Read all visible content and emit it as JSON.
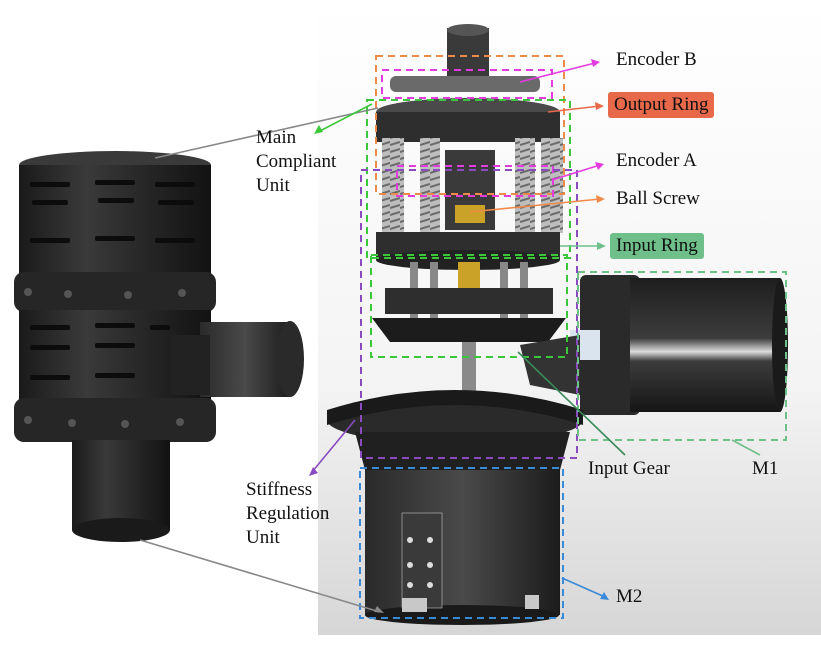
{
  "labels": {
    "encoder_b": "Encoder B",
    "output_ring": "Output Ring",
    "encoder_a": "Encoder A",
    "ball_screw": "Ball Screw",
    "input_ring": "Input Ring",
    "input_gear": "Input Gear",
    "m1": "M1",
    "m2": "M2",
    "main_compliant_unit": [
      "Main",
      "Compliant",
      "Unit"
    ],
    "stiffness_regulation_unit": [
      "Stiffness",
      "Regulation",
      "Unit"
    ]
  },
  "colors": {
    "encoder_b": "#e43be0",
    "encoder_a": "#e43be0",
    "output_ring": "#e8684a",
    "ball_screw": "#f08a4b",
    "input_ring": "#6fbf8a",
    "input_gear": "#3a8a5a",
    "m1": "#6fbf8a",
    "m2": "#3a8ad8",
    "main_compliant_unit": "#3ac83a",
    "stiffness_regulation_unit": "#8a4ac0",
    "leader_gray": "#888888"
  }
}
